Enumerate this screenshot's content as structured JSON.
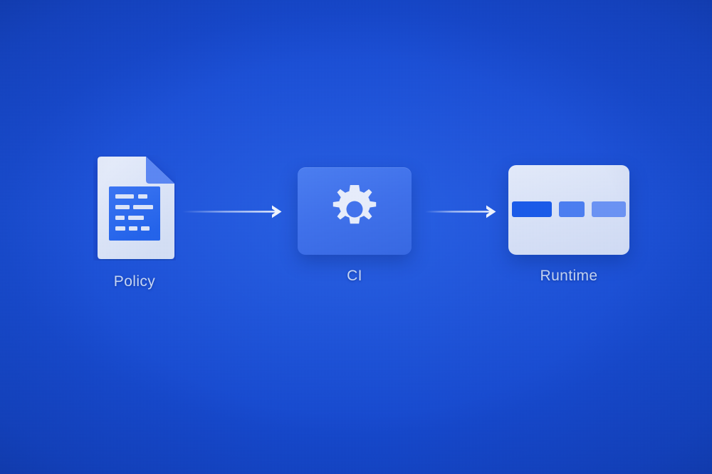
{
  "diagram": {
    "title": "Policy to CI to Runtime flow",
    "background_color": "#1a4ed4",
    "label_color": "#c6d6f4",
    "nodes": [
      {
        "id": "policy",
        "label": "Policy",
        "icon": "document-icon",
        "icon_colors": {
          "page": "#dfe7f8",
          "fold": "#5b86f2",
          "panel": "#2e6bf0",
          "lines": "#dbe4f8"
        },
        "lines": [
          [
            "wide",
            "small"
          ],
          [
            "medium",
            "wide"
          ],
          [
            "small",
            "medium"
          ],
          [
            "small",
            "small",
            "small"
          ]
        ]
      },
      {
        "id": "ci",
        "label": "CI",
        "icon": "gear-icon",
        "icon_colors": {
          "card": "#4272ec",
          "gear": "#e6ecfa"
        },
        "gear_teeth": 8
      },
      {
        "id": "runtime",
        "label": "Runtime",
        "icon": "dashboard-card-icon",
        "icon_colors": {
          "card": "#dbe4f7",
          "bar1": "#1a5ae8",
          "bar2": "#4b7df0",
          "bar3": "#6a92f3"
        },
        "bars": [
          56,
          36,
          48
        ]
      }
    ],
    "connectors": [
      {
        "from": "policy",
        "to": "ci",
        "style": "arrow-right",
        "color": "#dbe5fa"
      },
      {
        "from": "ci",
        "to": "runtime",
        "style": "arrow-right",
        "color": "#dbe5fa"
      }
    ]
  }
}
